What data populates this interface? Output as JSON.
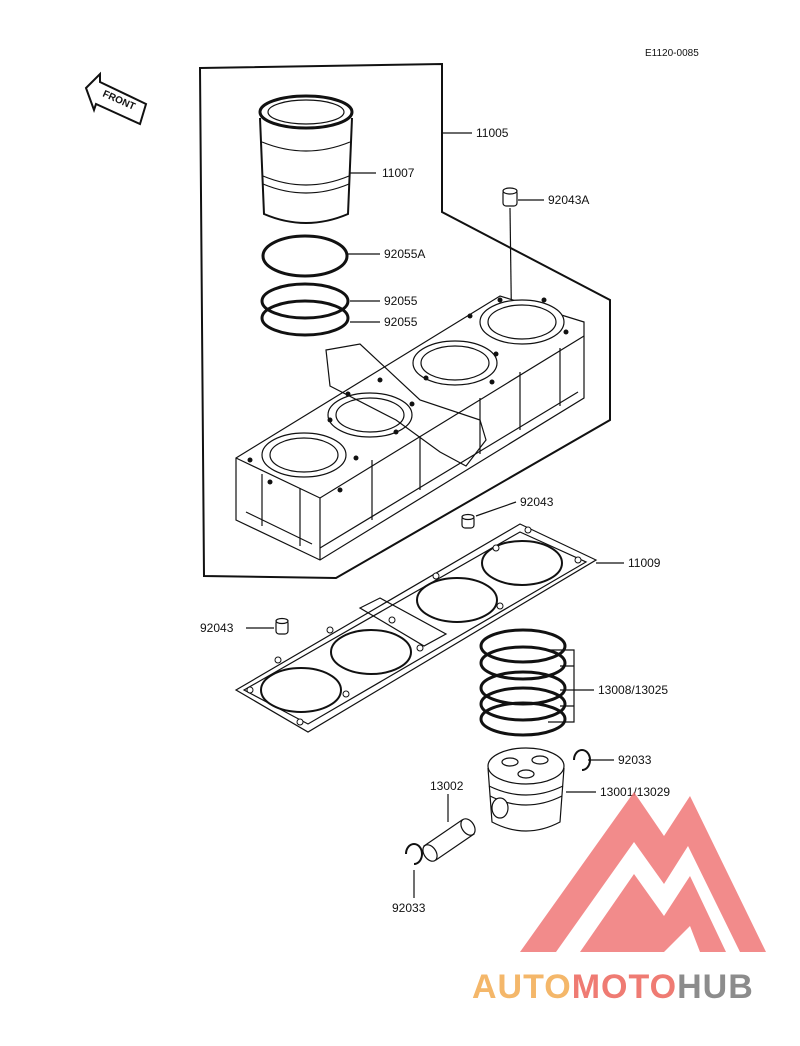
{
  "diagram_code": "E1120-0085",
  "front_label": "FRONT",
  "labels": {
    "p11005": "11005",
    "p11007": "11007",
    "p92043A": "92043A",
    "p92055A": "92055A",
    "p92055_1": "92055",
    "p92055_2": "92055",
    "p92043_top": "92043",
    "p11009": "11009",
    "p92043_left": "92043",
    "p13008": "13008/13025",
    "p92033_right": "92033",
    "p13002": "13002",
    "p13001": "13001/13029",
    "p92033_left": "92033"
  },
  "watermark": {
    "part1": "AUTO",
    "part2": "MOTO",
    "part3": "HUB",
    "colors": {
      "auto": "#f4b76a",
      "moto": "#ef7b73",
      "hub": "#8c8c8c",
      "logo": "#ef6b6b"
    }
  }
}
